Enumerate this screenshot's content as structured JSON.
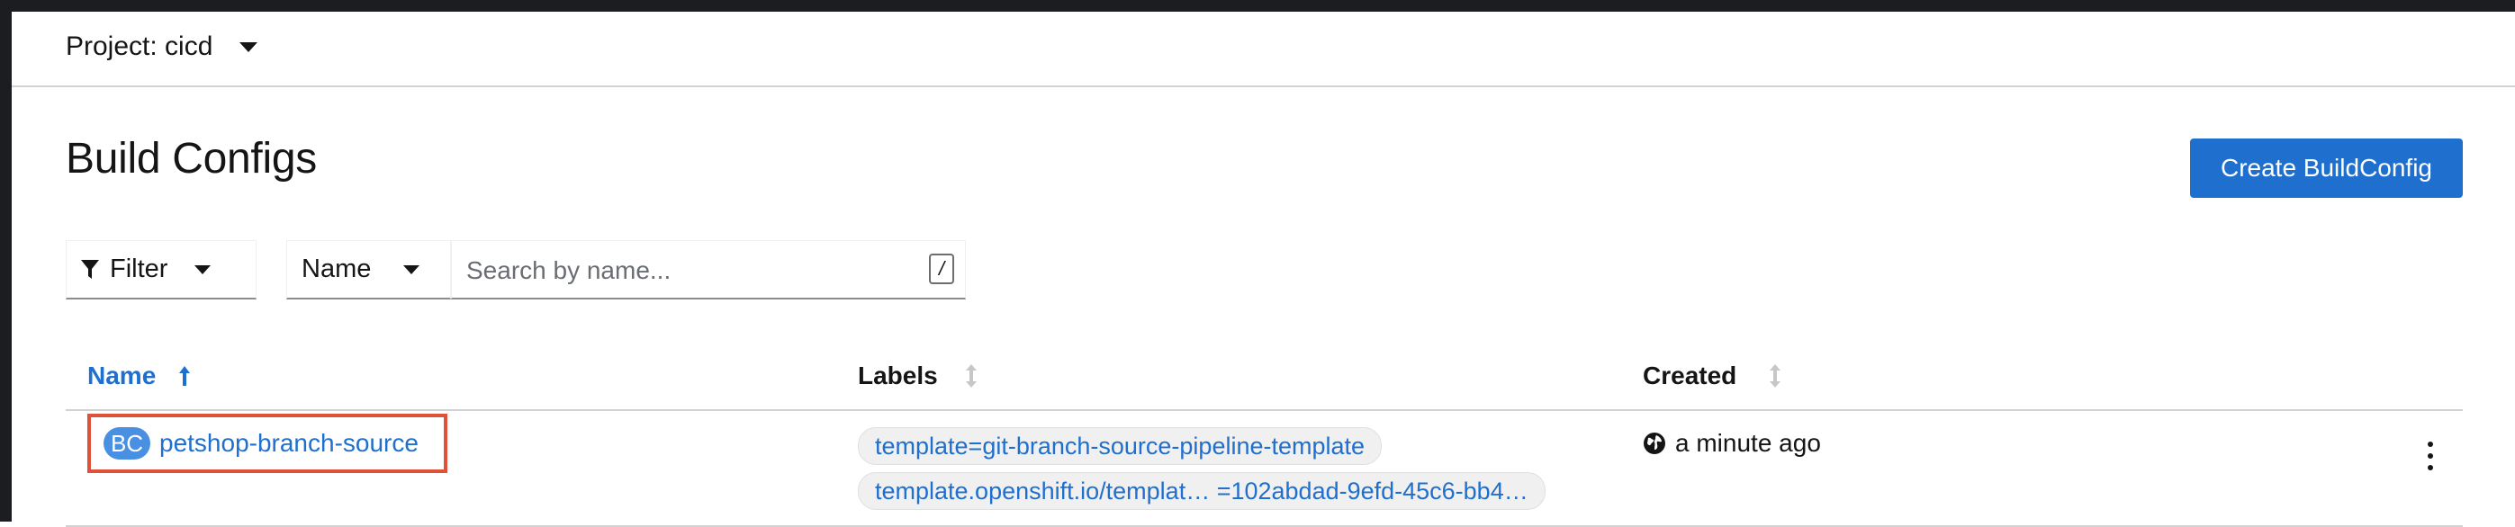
{
  "project": {
    "label": "Project: cicd"
  },
  "page": {
    "title": "Build Configs",
    "create_button": "Create BuildConfig"
  },
  "toolbar": {
    "filter_label": "Filter",
    "name_select_label": "Name",
    "search_placeholder": "Search by name...",
    "search_value": "",
    "shortcut_hint": "/"
  },
  "table": {
    "columns": {
      "name": "Name",
      "labels": "Labels",
      "created": "Created"
    },
    "rows": [
      {
        "badge": "BC",
        "name": "petshop-branch-source",
        "labels": [
          "template=git-branch-source-pipeline-template",
          "template.openshift.io/templat… =102abdad-9efd-45c6-bb4…"
        ],
        "created": "a minute ago"
      }
    ]
  },
  "colors": {
    "accent": "#1f6fcf",
    "badge": "#4a90e2",
    "highlight": "#e0513a",
    "masthead": "#1b1d21"
  },
  "icons": {
    "project_caret": "caret-down-icon",
    "filter": "filter-icon",
    "sort_asc": "arrow-up-icon",
    "sort": "sort-icon",
    "globe": "globe-icon",
    "kebab": "kebab-icon"
  }
}
